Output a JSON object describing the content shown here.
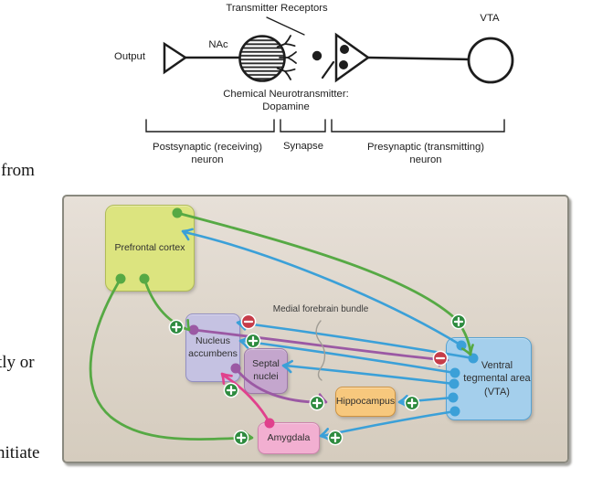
{
  "palette": {
    "green": "#56a944",
    "blue": "#3ba0d8",
    "purple": "#9b59a4",
    "pink": "#e0418d",
    "plus": "#2e8b3f",
    "minus": "#c63c49",
    "ink": "#1d1d1d",
    "squig": "#a19d95",
    "box-pfc": "#dce47f",
    "box-nacc": "#c5c2e2",
    "box-septal": "#c4a6cd",
    "box-hipp": "#f7c87d",
    "box-amyg": "#f2afd1",
    "box-vta": "#a4cfec"
  },
  "margin_fragments": [
    "from",
    "tly or",
    "nitiate"
  ],
  "synapse": {
    "transmitter_receptors": "Transmitter Receptors",
    "output": "Output",
    "nac": "NAc",
    "vta": "VTA",
    "chem1": "Chemical Neurotransmitter:",
    "chem2": "Dopamine",
    "post1": "Postsynaptic (receiving)",
    "post2": "neuron",
    "synapse": "Synapse",
    "pre1": "Presynaptic (transmitting)",
    "pre2": "neuron"
  },
  "circuit": {
    "mfb": "Medial forebrain bundle",
    "boxes": {
      "pfc": "Prefrontal cortex",
      "nacc": "Nucleus accumbens",
      "septal": "Septal nuclei",
      "hippocampus": "Hippocampus",
      "amygdala": "Amygdala",
      "vta": "Ventral tegmental area (VTA)"
    },
    "plus_symbol": "+",
    "minus_symbol": "−"
  }
}
